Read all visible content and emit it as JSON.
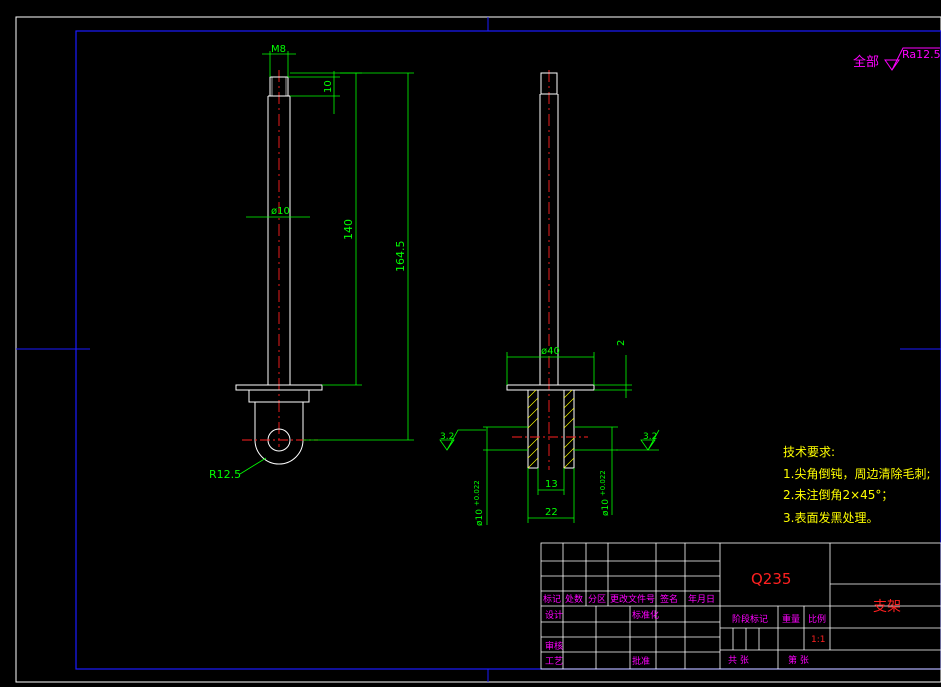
{
  "colors": {
    "background": "#000000",
    "frame": "#1a1aff",
    "outline": "#ffffff",
    "dimension": "#00ff00",
    "centerline": "#ff2020",
    "hatch": "#ffff00",
    "annotation": "#ff00ff",
    "title_text": "#ff00ff",
    "tech_text": "#ffff00",
    "material_text": "#ff2020"
  },
  "dimensions": {
    "thread": "M8",
    "thread_length": "10",
    "shaft_length": "140",
    "total_length": "164.5",
    "shaft_diameter": "ø10",
    "flange_diameter": "ø40",
    "flange_thickness": "2",
    "fillet_radius": "R12.5",
    "boss_width": "22",
    "bore_width": "13",
    "bore_tolerance_left": "ø10",
    "bore_tolerance_right": "ø10",
    "tolerance_upper": "+0.022",
    "tolerance_lower": "0",
    "roughness_left": "3.2",
    "roughness_right": "3.2"
  },
  "surface_finish": {
    "prefix": "全部",
    "value": "Ra12.5"
  },
  "tech_requirements": {
    "title": "技术要求:",
    "items": [
      "1.尖角倒钝，周边清除毛刺;",
      "2.未注倒角2×45°；",
      "3.表面发黑处理。"
    ]
  },
  "title_block": {
    "material": "Q235",
    "part_name": "支架",
    "header_cells": [
      "标记",
      "处数",
      "分区",
      "更改文件号",
      "签名",
      "年月日"
    ],
    "row_design": "设计",
    "row_standard": "标准化",
    "row_review": "审核",
    "row_process": "工艺",
    "row_approve": "批准",
    "stage_mark": "阶段标记",
    "weight": "重量",
    "scale": "比例",
    "scale_value": "1:1",
    "total_sheets": "共    张",
    "sheet_no": "第    张"
  }
}
